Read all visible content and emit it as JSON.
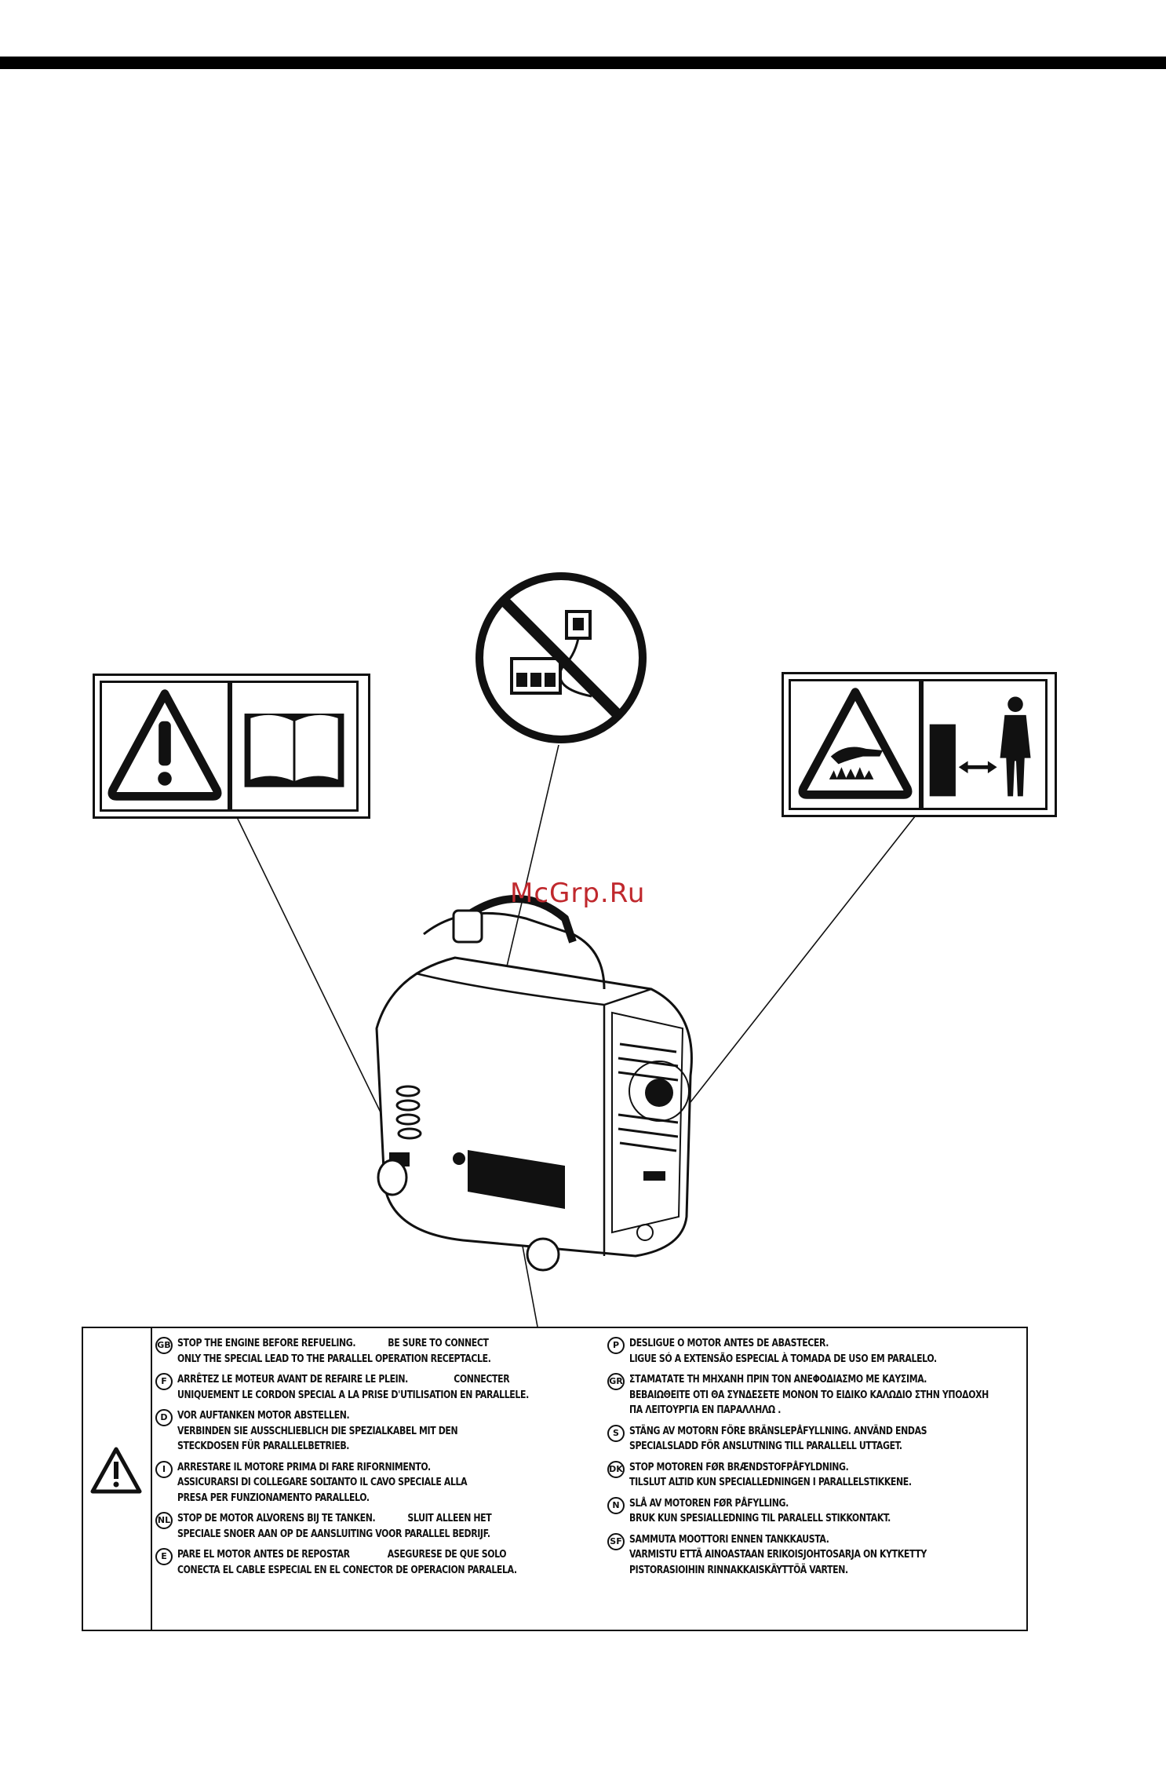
{
  "watermark": "McGrp.Ru",
  "notice": {
    "left_entries": [
      {
        "code": "GB",
        "lines": [
          "STOP THE ENGINE BEFORE REFUELING.            BE SURE TO CONNECT",
          "ONLY THE SPECIAL LEAD TO THE PARALLEL OPERATION RECEPTACLE."
        ]
      },
      {
        "code": "F",
        "lines": [
          "ARRÊTEZ LE MOTEUR AVANT DE REFAIRE LE PLEIN.                 CONNECTER",
          "UNIQUEMENT LE CORDON SPECIAL A LA PRISE D'UTILISATION EN PARALLELE."
        ]
      },
      {
        "code": "D",
        "lines": [
          "VOR AUFTANKEN MOTOR ABSTELLEN.",
          "VERBINDEN SIE AUSSCHLIEBLICH DIE SPEZIALKABEL MIT DEN",
          "STECKDOSEN FÜR PARALLELBETRIEB."
        ]
      },
      {
        "code": "I",
        "lines": [
          "ARRESTARE IL MOTORE PRIMA DI FARE RIFORNIMENTO.",
          "ASSICURARSI DI COLLEGARE SOLTANTO IL CAVO SPECIALE ALLA",
          "PRESA PER FUNZIONAMENTO PARALLELO."
        ]
      },
      {
        "code": "NL",
        "lines": [
          "STOP DE MOTOR ALVORENS BIJ TE TANKEN.            SLUIT ALLEEN HET",
          "SPECIALE SNOER AAN OP DE AANSLUITING VOOR PARALLEL BEDRIJF."
        ]
      },
      {
        "code": "E",
        "lines": [
          "PARE EL MOTOR ANTES DE REPOSTAR              ASEGURESE DE QUE SOLO",
          "CONECTA EL CABLE ESPECIAL EN EL CONECTOR DE OPERACION PARALELA."
        ]
      }
    ],
    "right_entries": [
      {
        "code": "P",
        "lines": [
          "DESLIGUE O MOTOR ANTES DE ABASTECER.",
          "LIGUE SÓ A EXTENSÃO ESPECIAL À TOMADA DE USO EM PARALELO."
        ]
      },
      {
        "code": "GR",
        "lines": [
          "ΣΤΑΜΑΤΑΤΕ ΤΗ ΜΗΧΑΝΗ ΠΡΙΝ ΤΟΝ ΑΝΕΦΟΔΙΑΣΜΟ ΜΕ ΚΑΥΣΙΜΑ.",
          "ΒΕΒΑΙΩΘΕΙΤΕ ΟΤΙ ΘΑ ΣΥΝΔΕΣΕΤΕ ΜΟΝΟΝ ΤΟ ΕΙΔΙΚΟ ΚΑΛΩΔΙΟ ΣΤΗΝ ΥΠΟΔΟΧΗ",
          "ΠΑ ΛΕΙΤΟΥΡΓΙΑ ΕΝ ΠΑΡΑΛΛΗΛΩ ."
        ]
      },
      {
        "code": "S",
        "lines": [
          "STÄNG AV MOTORN FÖRE BRÄNSLEPÅFYLLNING. ANVÄND ENDAS",
          "SPECIALSLADD FÖR ANSLUTNING TILL PARALLELL UTTAGET."
        ]
      },
      {
        "code": "DK",
        "lines": [
          "STOP MOTOREN FØR BRÆNDSTOFPÅFYLDNING.",
          "TILSLUT ALTID KUN SPECIALLEDNINGEN I PARALLELSTIKKENE."
        ]
      },
      {
        "code": "N",
        "lines": [
          "SLÅ AV MOTOREN FØR PÅFYLLING.",
          "BRUK KUN SPESIALLEDNING TIL PARALELL STIKKONTAKT."
        ]
      },
      {
        "code": "SF",
        "lines": [
          "SAMMUTA MOOTTORI ENNEN TANKKAUSTA.",
          "VARMISTU ETTÄ AINOASTAAN ERIKOISJOHTOSARJA ON KYTKETTY",
          "PISTORASIOIHIN RINNAKKAISKÄYTTÖÄ VARTEN."
        ]
      }
    ]
  }
}
